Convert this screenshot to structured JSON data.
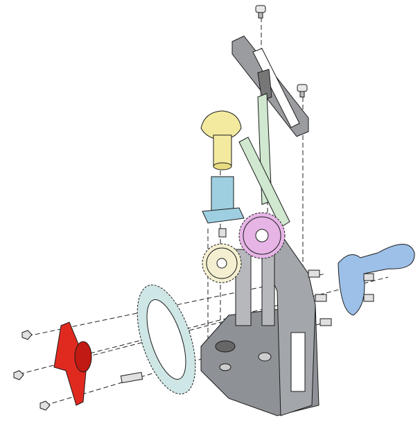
{
  "diagram": {
    "type": "exploded-assembly-view",
    "parts": [
      {
        "id": "base-frame",
        "color": "#8e9196"
      },
      {
        "id": "top-plate",
        "color": "#9a9ca0"
      },
      {
        "id": "lever-arm",
        "color": "#cfe8cf"
      },
      {
        "id": "knob",
        "color": "#f3eaa0"
      },
      {
        "id": "bracket",
        "color": "#9ecfe0"
      },
      {
        "id": "large-pink-gear",
        "color": "#e6b5e6"
      },
      {
        "id": "small-gear",
        "color": "#f3efd0"
      },
      {
        "id": "ring-gear",
        "color": "#cfe6e6"
      },
      {
        "id": "red-hub",
        "color": "#e02a20"
      },
      {
        "id": "handle",
        "color": "#9cc0e8"
      },
      {
        "id": "fasteners",
        "color": "#d8d8d8"
      }
    ]
  }
}
